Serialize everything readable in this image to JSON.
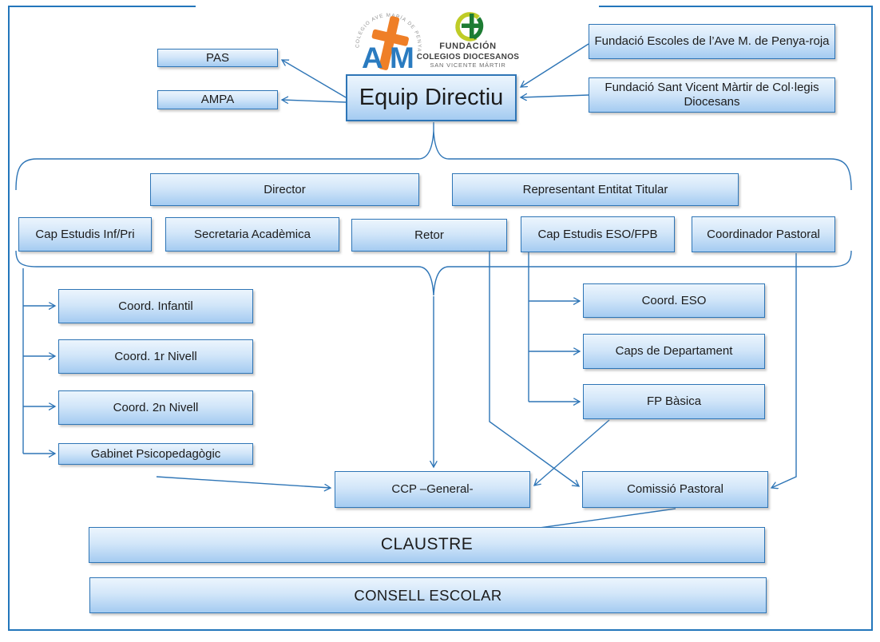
{
  "document": {
    "kind": "school-organisation-chart"
  },
  "logos": {
    "am": {
      "ring_text": "COLEGIO AVE MARÍA DE PENYA-ROJA",
      "letter_a": "A",
      "letter_m": "M"
    },
    "fcd": {
      "line1": "FUNDACIÓN",
      "line2": "COLEGIOS DIOCESANOS",
      "line3": "SAN VICENTE MÁRTIR"
    }
  },
  "nodes": {
    "pas": "PAS",
    "ampa": "AMPA",
    "equip_directiu": "Equip Directiu",
    "fundacio_escoles": "Fundació Escoles de l’Ave M. de Penya-roja",
    "fundacio_svm": "Fundació Sant Vicent Màrtir de Col·legis Diocesans",
    "director": "Director",
    "representant": "Representant Entitat Titular",
    "cap_estudis_inf_pri": "Cap Estudis Inf/Pri",
    "secretaria_academica": "Secretaria Acadèmica",
    "retor": "Retor",
    "cap_estudis_eso_fpb": "Cap Estudis ESO/FPB",
    "coordinador_pastoral": "Coordinador Pastoral",
    "coord_infantil": "Coord. Infantil",
    "coord_1r_nivell": "Coord. 1r Nivell",
    "coord_2n_nivell": "Coord. 2n Nivell",
    "gabinet": "Gabinet Psicopedagògic",
    "coord_eso": "Coord. ESO",
    "caps_departament": "Caps de Departament",
    "fp_basica": "FP Bàsica",
    "ccp_general": "CCP –General-",
    "comissio_pastoral": "Comissió Pastoral",
    "claustre": "CLAUSTRE",
    "consell_escolar": "CONSELL ESCOLAR"
  },
  "colors": {
    "accent_blue": "#2e75b6",
    "box_fill_top": "#ecf5fd",
    "box_fill_bottom": "#a4cbf1",
    "page_border": "#2376bb",
    "am_orange": "#ef7f27",
    "am_blue": "#2a7bc0",
    "fcd_green": "#1d7c33",
    "fcd_yellow": "#bfcc27"
  }
}
